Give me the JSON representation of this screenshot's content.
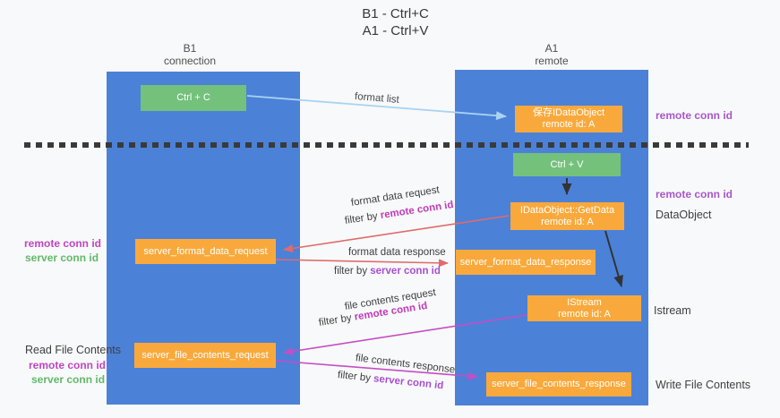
{
  "title": {
    "line1": "B1 - Ctrl+C",
    "line2": "A1 - Ctrl+V"
  },
  "lanes": {
    "b1": {
      "name": "B1",
      "role": "connection"
    },
    "a1": {
      "name": "A1",
      "role": "remote"
    }
  },
  "nodes": {
    "ctrl_c": {
      "label": "Ctrl + C"
    },
    "save_idataobject": {
      "line1": "保存IDataObject",
      "line2": "remote id: A"
    },
    "ctrl_v": {
      "label": "Ctrl + V"
    },
    "idataobject_getdata": {
      "line1": "IDataObject::GetData",
      "line2": "remote id: A"
    },
    "server_format_data_request": {
      "label": "server_format_data_request"
    },
    "server_format_data_response": {
      "label": "server_format_data_response"
    },
    "istream": {
      "line1": "IStream",
      "line2": "remote id: A"
    },
    "server_file_contents_request": {
      "label": "server_file_contents_request"
    },
    "server_file_contents_response": {
      "label": "server_file_contents_response"
    }
  },
  "terms": {
    "filter_by": "filter by ",
    "remote_conn_id": "remote conn id",
    "server_conn_id": "server conn id"
  },
  "flow_labels": {
    "format_list": "format list",
    "format_data_request": "format data request",
    "format_data_response": "format data response",
    "file_contents_request": "file contents request",
    "file_contents_response": "file contents response"
  },
  "side_labels": {
    "read_file_contents": "Read File Contents",
    "write_file_contents": "Write File Contents",
    "dataobject": "DataObject",
    "istream": "Istream"
  },
  "colors": {
    "lane_blue": "#4c81d8",
    "node_green": "#74c17c",
    "node_orange": "#f9a93c",
    "arrow_light_blue": "#a9d3f2",
    "arrow_red": "#e06b6b",
    "arrow_magenta": "#c44ec4",
    "arrow_black": "#333333",
    "label_magenta": "#bf46c0",
    "label_purple": "#a757ca",
    "label_green": "#62b96a"
  }
}
